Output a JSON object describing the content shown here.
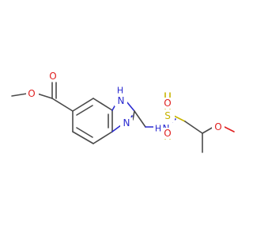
{
  "molecule": {
    "atoms": {
      "o_carbonyl": "O",
      "o_ester": "O",
      "n_imidazole_h": "N",
      "h_imidazole": "H",
      "n_imidazole": "N",
      "n_sulfonamide": "N",
      "h_sulfonamide": "H",
      "s_sulfonyl": "S",
      "o_sulfonyl_top": "O",
      "o_sulfonyl_bottom": "O",
      "o_methoxy": "O"
    },
    "colors": {
      "carbon_bond": "#4a4a4a",
      "oxygen": "#e02020",
      "nitrogen": "#2a2ad0",
      "sulfur": "#c8b400"
    }
  }
}
